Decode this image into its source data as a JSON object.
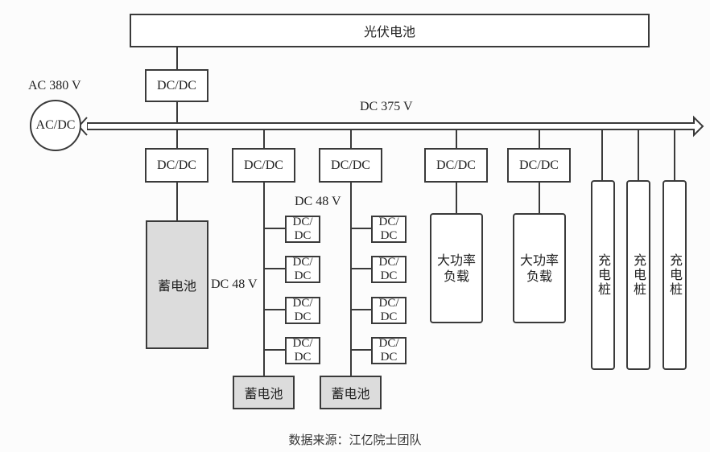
{
  "diagram": {
    "pv": {
      "label": "光伏电池"
    },
    "pv_converter": {
      "label": "DC/DC"
    },
    "grid": {
      "voltage_label": "AC 380 V",
      "converter_label": "AC/DC"
    },
    "bus": {
      "label": "DC 375 V"
    },
    "branches": [
      {
        "converter": "DC/DC",
        "load": "蓄电池"
      },
      {
        "converter": "DC/DC",
        "sub_bus_label": "DC 48 V",
        "sub_converters": [
          "DC/\nDC",
          "DC/\nDC",
          "DC/\nDC",
          "DC/\nDC"
        ],
        "storage": "蓄电池"
      },
      {
        "converter": "DC/DC",
        "sub_bus_label": "DC 48 V",
        "sub_converters": [
          "DC/\nDC",
          "DC/\nDC",
          "DC/\nDC",
          "DC/\nDC"
        ],
        "storage": "蓄电池"
      },
      {
        "converter": "DC/DC",
        "load": "大功率\n负载"
      },
      {
        "converter": "DC/DC",
        "load": "大功率\n负载"
      }
    ],
    "chargers": [
      "充电桩",
      "充电桩",
      "充电桩"
    ],
    "sub_converter_line1": "DC/",
    "sub_converter_line2": "DC"
  },
  "caption": "数据来源：江亿院士团队"
}
